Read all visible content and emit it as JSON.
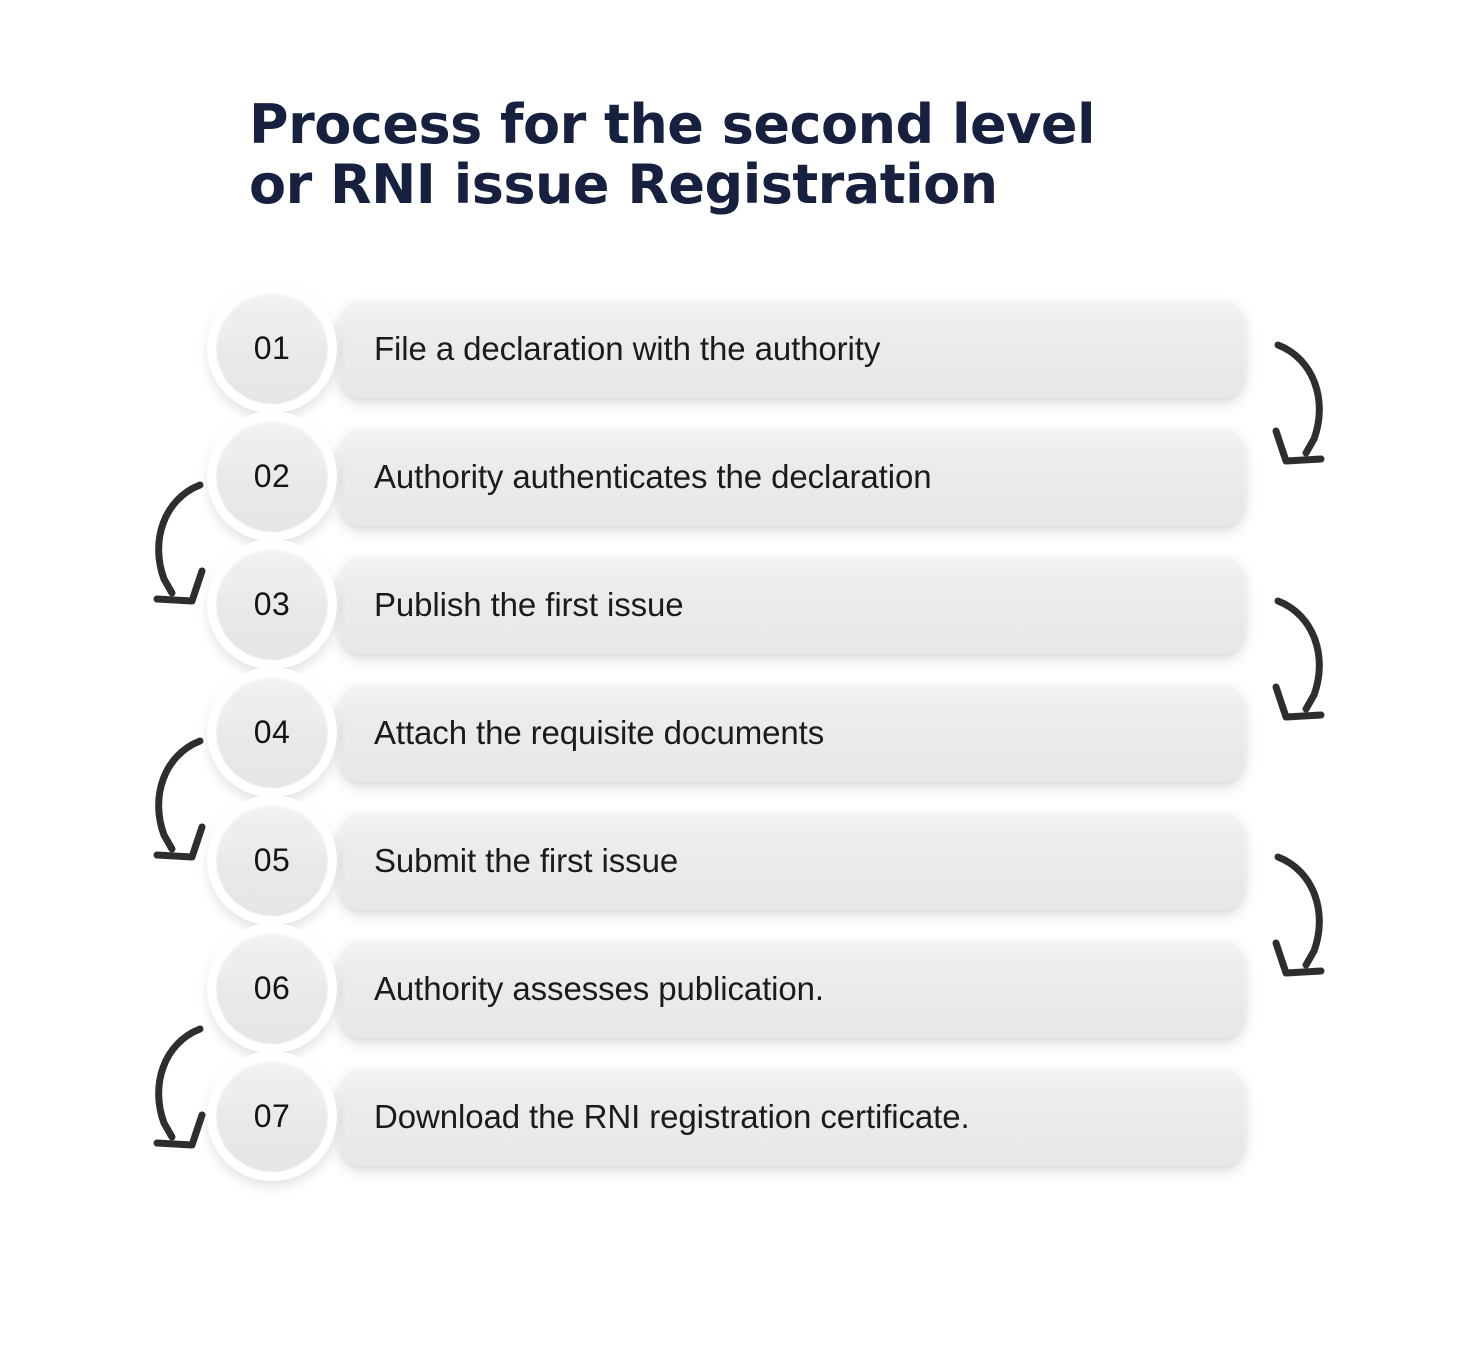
{
  "page": {
    "background_color": "#ffffff",
    "title_color": "#17203f",
    "bar_color": "#e9e9ea",
    "circle_color": "#ebebec",
    "arrow_color": "#2e2e2e",
    "text_color": "#1b1b1b"
  },
  "header": {
    "title": "Process for the second level\nor RNI issue Registration"
  },
  "steps": [
    {
      "number": "01",
      "label": "File a declaration with the authority"
    },
    {
      "number": "02",
      "label": "Authority authenticates the declaration"
    },
    {
      "number": "03",
      "label": "Publish the first issue"
    },
    {
      "number": "04",
      "label": "Attach the requisite documents"
    },
    {
      "number": "05",
      "label": "Submit the first issue"
    },
    {
      "number": "06",
      "label": "Authority assesses publication."
    },
    {
      "number": "07",
      "label": "Download the RNI registration certificate."
    }
  ],
  "connectors": [
    {
      "side": "right",
      "from_step": "01",
      "to_step": "02",
      "icon": "curved-arrow-down-left-icon"
    },
    {
      "side": "left",
      "from_step": "02",
      "to_step": "03",
      "icon": "curved-arrow-down-right-icon"
    },
    {
      "side": "right",
      "from_step": "03",
      "to_step": "04",
      "icon": "curved-arrow-down-left-icon"
    },
    {
      "side": "left",
      "from_step": "04",
      "to_step": "05",
      "icon": "curved-arrow-down-right-icon"
    },
    {
      "side": "right",
      "from_step": "05",
      "to_step": "06",
      "icon": "curved-arrow-down-left-icon"
    },
    {
      "side": "left",
      "from_step": "06",
      "to_step": "07",
      "icon": "curved-arrow-down-right-icon"
    }
  ]
}
